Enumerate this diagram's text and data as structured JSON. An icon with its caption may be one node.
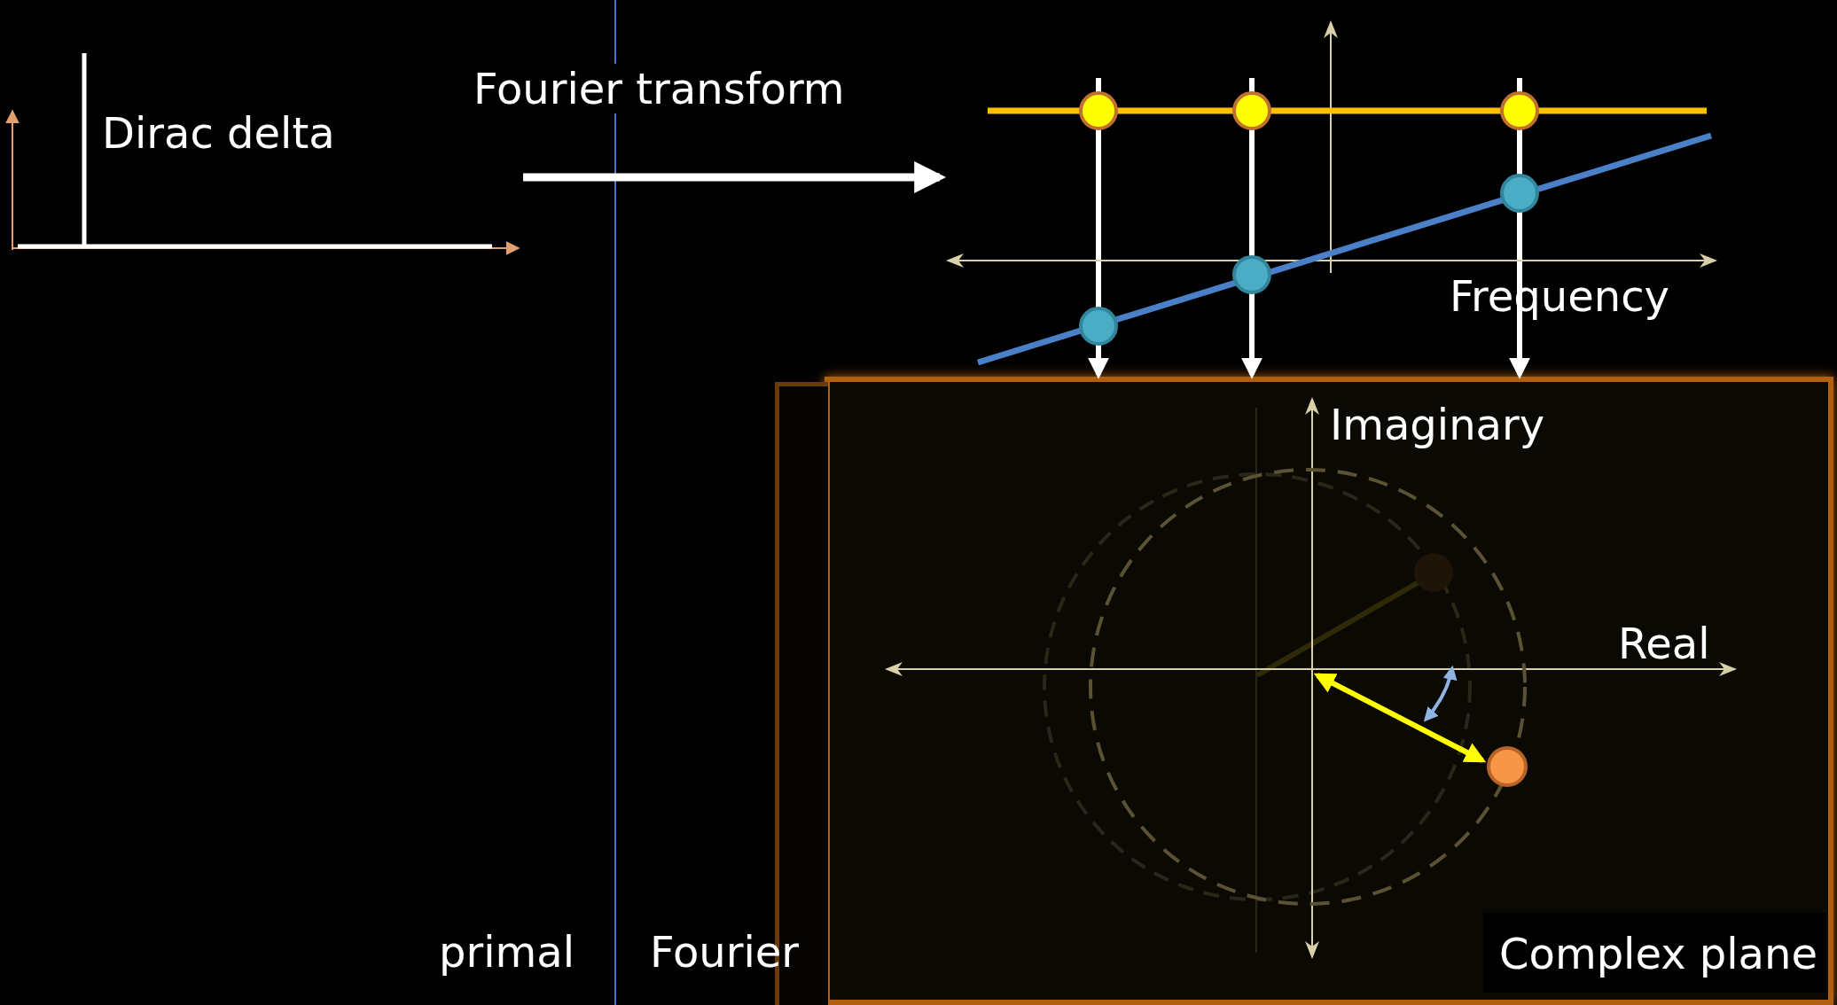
{
  "diagram": {
    "nodes": [
      {
        "text": [
          "Dirac delta"
        ]
      },
      {
        "text": [
          "Frequency"
        ]
      },
      {
        "text": [
          "Complex plane"
        ]
      }
    ],
    "edges": [
      {
        "from": 0,
        "to": 1,
        "arrow": "to",
        "label": "Fourier transform"
      },
      {
        "from": 1,
        "to": 2,
        "arrow": "to"
      },
      {
        "from": 1,
        "to": 2,
        "arrow": "to"
      },
      {
        "from": 1,
        "to": 2,
        "arrow": "to"
      }
    ],
    "labels": [
      "Imaginary",
      "Real",
      "primal",
      "Fourier"
    ]
  }
}
